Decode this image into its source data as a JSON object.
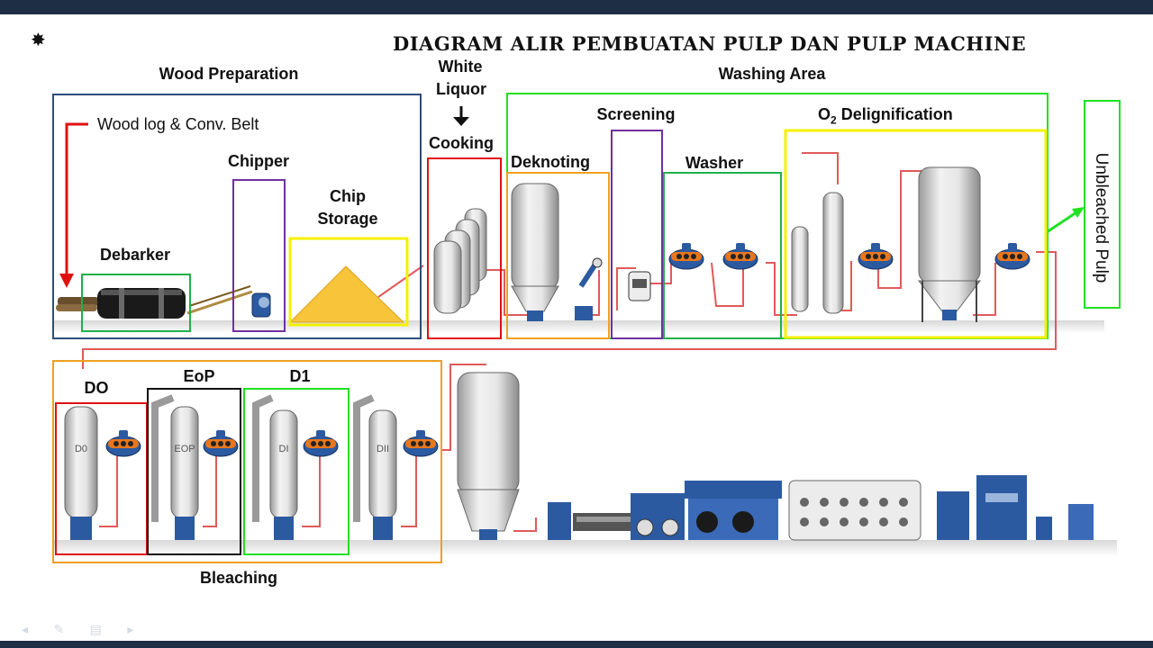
{
  "title": "DIAGRAM ALIR PEMBUATAN PULP DAN PULP MACHINE",
  "sections": {
    "wood_preparation": "Wood Preparation",
    "white_liquor_1": "White",
    "white_liquor_2": "Liquor",
    "washing_area": "Washing Area",
    "bleaching": "Bleaching"
  },
  "labels": {
    "wood_log": "Wood log & Conv. Belt",
    "debarker": "Debarker",
    "chipper": "Chipper",
    "chip_storage_1": "Chip",
    "chip_storage_2": "Storage",
    "cooking": "Cooking",
    "deknoting": "Deknoting",
    "screening": "Screening",
    "washer": "Washer",
    "o2_prefix": "O",
    "o2_sub": "2",
    "o2_suffix": " Delignification",
    "unbleached_pulp": "Unbleached Pulp",
    "do": "DO",
    "eop": "EoP",
    "d1": "D1"
  },
  "tower_texts": {
    "d0": "D0",
    "eop": "EOP",
    "di": "DI",
    "dii": "DII"
  },
  "colors": {
    "navy_box": "#2e4d7b",
    "red_box": "#e01010",
    "purple_box": "#7030a0",
    "green_box": "#1fb04a",
    "bright_green": "#22e022",
    "yellow_box": "#f5f000",
    "orange_box": "#f0a020",
    "black_box": "#111111",
    "pipe": "#e05a5a",
    "chip_pile": "#f7c43a",
    "equipment_blue": "#2c5aa0"
  },
  "icons": [
    "gear-icon",
    "down-arrow-icon"
  ]
}
